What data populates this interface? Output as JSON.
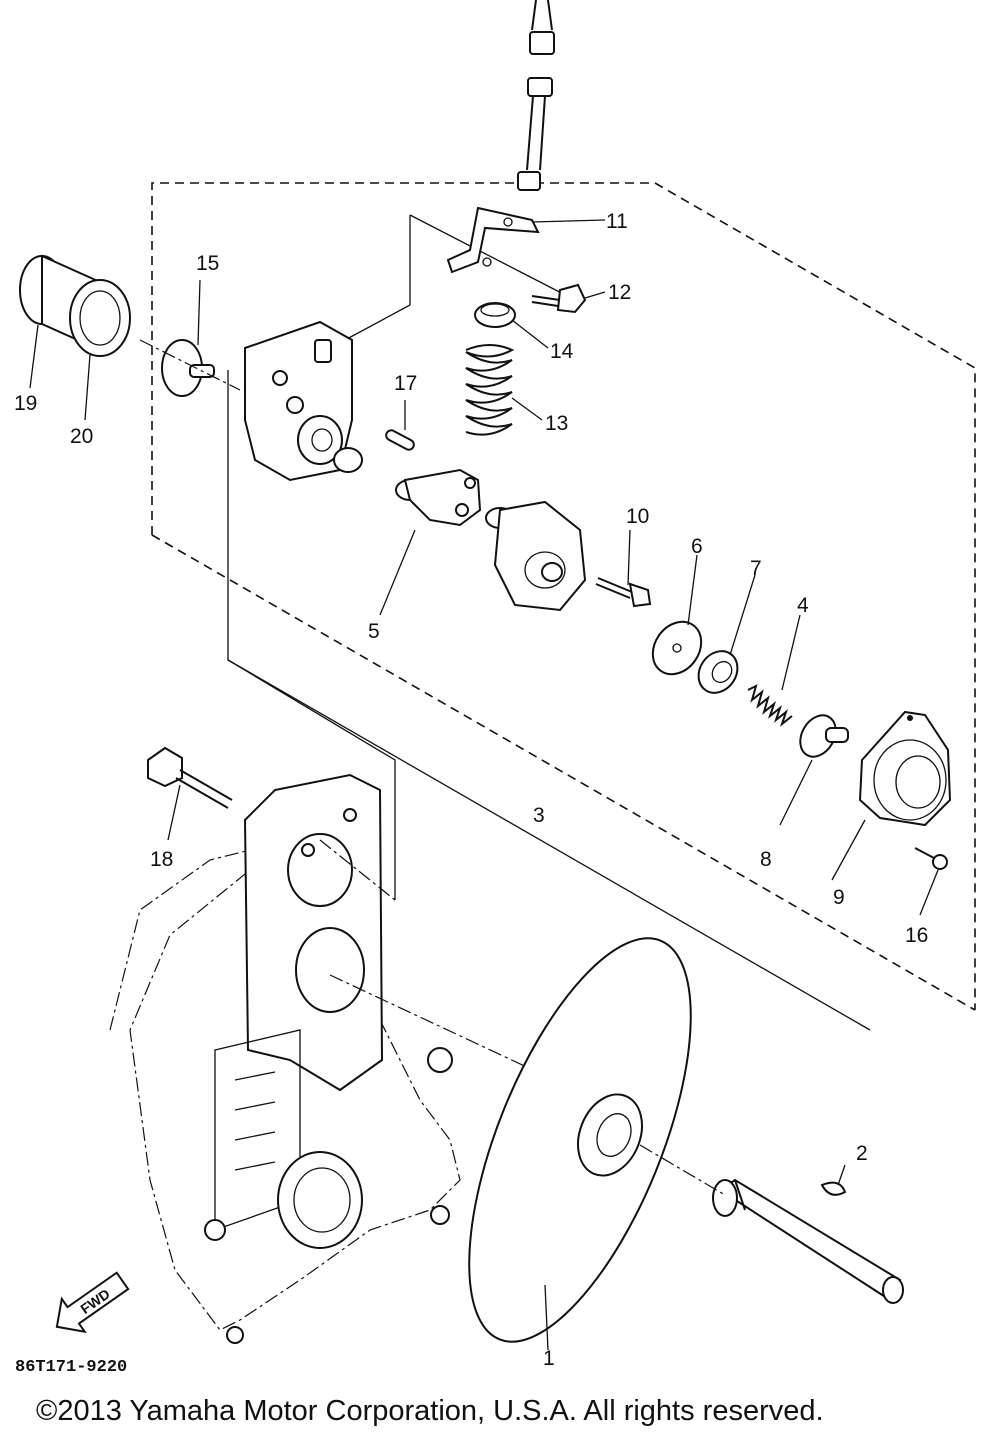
{
  "callouts": [
    "1",
    "2",
    "3",
    "4",
    "5",
    "6",
    "7",
    "8",
    "9",
    "10",
    "11",
    "12",
    "13",
    "14",
    "15",
    "16",
    "17",
    "18",
    "19",
    "20"
  ],
  "fwd_arrow_label": "FWD",
  "diagram_code": "86T171-9220",
  "copyright": "©2013 Yamaha Motor Corporation, U.S.A. All rights reserved."
}
